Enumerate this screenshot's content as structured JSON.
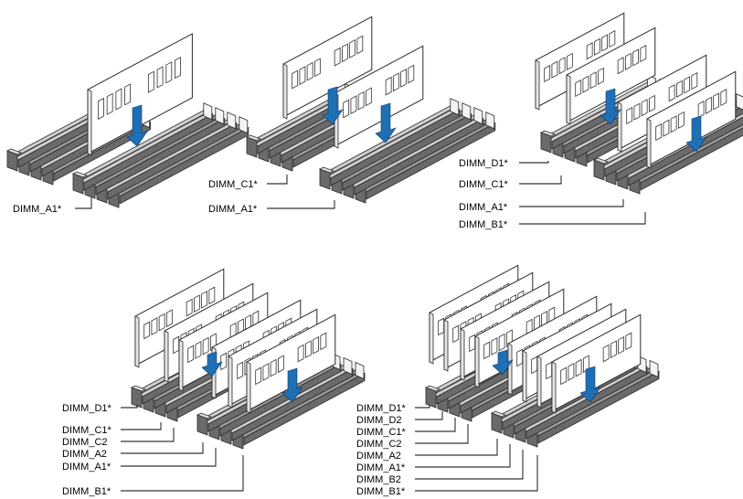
{
  "colors": {
    "slot_dark": "#6a6a6a",
    "slot_light": "#cfcfcf",
    "slot_outline": "#2a2a2a",
    "module_fill": "#ffffff",
    "chip_stroke": "#333333",
    "arrow": "#1f6fb5",
    "leader": "#000000"
  },
  "panels": [
    {
      "id": "one-module",
      "slots": [
        "DIMM_A1*"
      ],
      "labels": [
        "DIMM_A1*"
      ]
    },
    {
      "id": "two-modules",
      "slots": [
        "DIMM_C1*",
        "DIMM_A1*"
      ],
      "labels": [
        "DIMM_C1*",
        "DIMM_A1*"
      ]
    },
    {
      "id": "four-modules",
      "slots": [
        "DIMM_D1*",
        "DIMM_C1*",
        "DIMM_A1*",
        "DIMM_B1*"
      ],
      "labels": [
        "DIMM_D1*",
        "DIMM_C1*",
        "DIMM_A1*",
        "DIMM_B1*"
      ]
    },
    {
      "id": "six-modules",
      "slots": [
        "DIMM_D1*",
        "DIMM_C1*",
        "DIMM_C2",
        "DIMM_A2",
        "DIMM_A1*",
        "DIMM_B1*"
      ],
      "labels": [
        "DIMM_D1*",
        "DIMM_C1*",
        "DIMM_C2",
        "DIMM_A2",
        "DIMM_A1*",
        "DIMM_B1*"
      ]
    },
    {
      "id": "eight-modules",
      "slots": [
        "DIMM_D1*",
        "DIMM_D2",
        "DIMM_C1*",
        "DIMM_C2",
        "DIMM_A2",
        "DIMM_A1*",
        "DIMM_B2",
        "DIMM_B1*"
      ],
      "labels": [
        "DIMM_D1*",
        "DIMM_D2",
        "DIMM_C1*",
        "DIMM_C2",
        "DIMM_A2",
        "DIMM_A1*",
        "DIMM_B2",
        "DIMM_B1*"
      ]
    }
  ]
}
